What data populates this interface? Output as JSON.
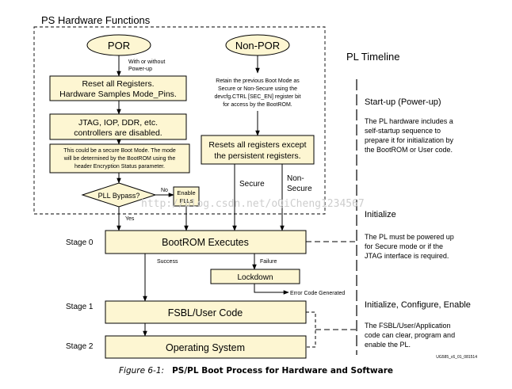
{
  "ps_section": {
    "title": "PS Hardware Functions",
    "por": "POR",
    "non_por": "Non-POR",
    "with_or_without": [
      "With or without",
      "Power-up"
    ],
    "reset_all": [
      "Reset all Registers.",
      "Hardware Samples Mode_Pins."
    ],
    "retain": [
      "Retain the previous Boot Mode as",
      "Secure or Non-Secure using the",
      "devcfg.CTRL [SEC_EN] register bit",
      "for access by the BootROM."
    ],
    "jtag": [
      "JTAG, IOP, DDR, etc.",
      "controllers are disabled."
    ],
    "secure_note": [
      "This could be a secure Boot Mode. The mode",
      "will be determined by the BootROM using the",
      "header Encryption Status parameter."
    ],
    "resets_except": [
      "Resets all registers except",
      "the persistent registers."
    ],
    "secure": "Secure",
    "non_secure": [
      "Non-",
      "Secure"
    ],
    "pll_bypass": "PLL Bypass?",
    "no": "No",
    "yes": "Yes",
    "enable_plls": [
      "Enable",
      "PLLs"
    ]
  },
  "stages": {
    "stage0": "Stage 0",
    "stage1": "Stage 1",
    "stage2": "Stage 2",
    "bootrom": "BootROM Executes",
    "success": "Success",
    "failure": "Failure",
    "lockdown": "Lockdown",
    "error_code": "Error Code Generated",
    "fsbl": "FSBL/User Code",
    "os": "Operating System"
  },
  "pl_timeline": {
    "title": "PL Timeline",
    "startup_title": "Start-up (Power-up)",
    "startup_desc": [
      "The PL hardware includes a",
      "self-startup sequence to",
      "prepare it for initialization by",
      "the BootROM or User code."
    ],
    "initialize_title": "Initialize",
    "initialize_desc": [
      "The PL must be powered up",
      "for Secure mode or if the",
      "JTAG interface is required."
    ],
    "ice_title": "Initialize, Configure, Enable",
    "ice_desc": [
      "The FSBL/User/Application",
      "code can clear, program and",
      "enable the PL."
    ]
  },
  "watermark": "http://blog.csdn.net/oQiCheng1234567",
  "figure_id": "UG585_c6_01_081514",
  "caption": {
    "label": "Figure 6-1:",
    "title": "PS/PL Boot Process for Hardware and Software"
  },
  "colors": {
    "box_fill": "#fdf6d2",
    "stroke": "#000000",
    "watermark": "#c8c8c8"
  }
}
